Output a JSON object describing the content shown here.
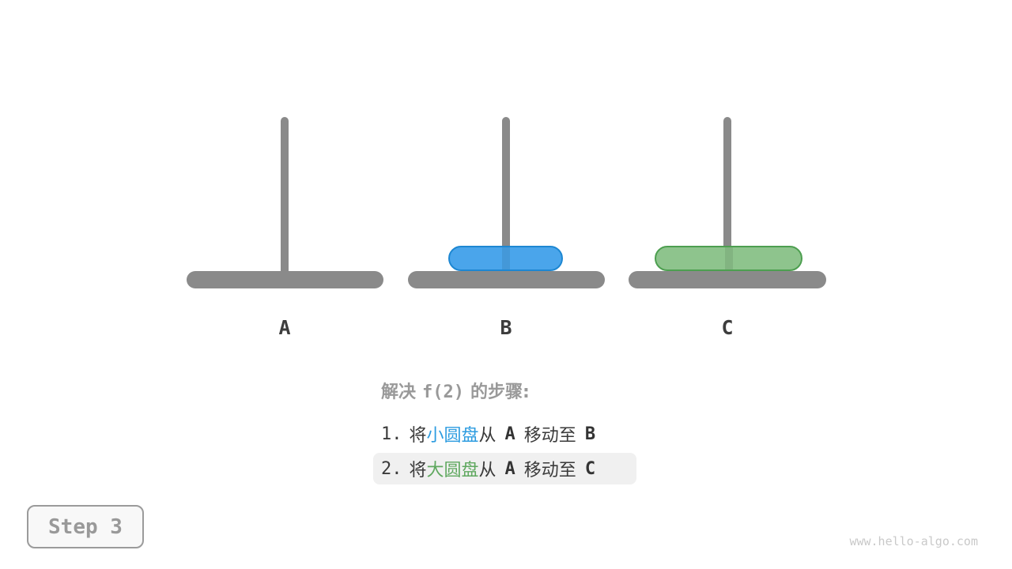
{
  "figure": {
    "pegs": [
      {
        "label": "A"
      },
      {
        "label": "B"
      },
      {
        "label": "C"
      }
    ],
    "disks": {
      "small": {
        "name": "小圆盘",
        "peg": "B",
        "color": "#4aa5eb",
        "border": "#1d87d2"
      },
      "large": {
        "name": "大圆盘",
        "peg": "C",
        "color": "#8ec48d",
        "border": "#4d9f50"
      }
    }
  },
  "caption": {
    "pre": "解决",
    "code": "f(2)",
    "post": "的步骤:"
  },
  "steps": [
    {
      "number": "1.",
      "action_pre": "将",
      "disk": "小圆盘",
      "action_mid": "从",
      "from": "A",
      "action_move": "移动至",
      "to": "B",
      "highlighted": false
    },
    {
      "number": "2.",
      "action_pre": "将",
      "disk": "大圆盘",
      "action_mid": "从",
      "from": "A",
      "action_move": "移动至",
      "to": "C",
      "highlighted": true
    }
  ],
  "controls": {
    "step_button_label": "Step 3"
  },
  "watermark": "www.hello-algo.com",
  "colors": {
    "peg_gray": "#8a8a8a",
    "peg_label_dark": "#3d3d3d",
    "caption_gray": "#999999",
    "step_text_dark": "#3a3a3a",
    "small_disk_text_blue": "#2d9ce0",
    "large_disk_text_green": "#5fa85f",
    "highlight_background": "#f0f0f0",
    "button_border": "#9b9b9b",
    "button_background": "#f8f8f8",
    "button_text": "#999999",
    "watermark_gray": "#c9c9c9"
  }
}
